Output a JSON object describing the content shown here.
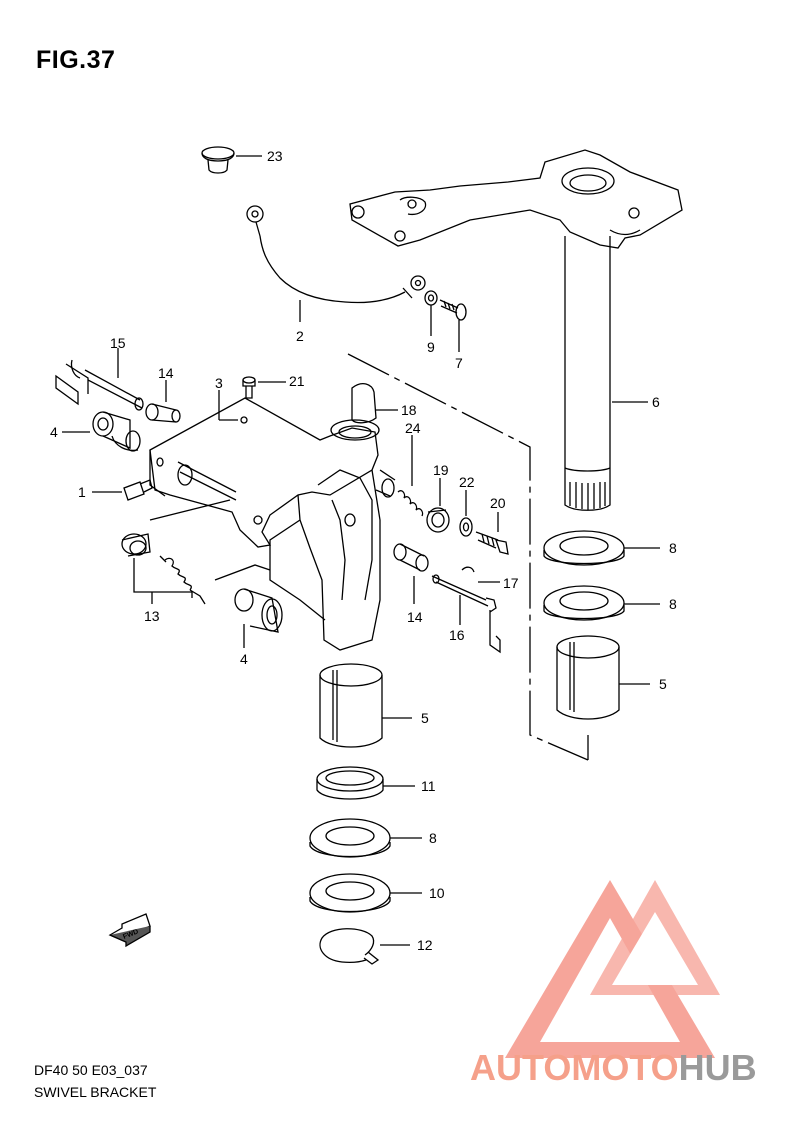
{
  "figure": {
    "title": "FIG.37",
    "code": "DF40 50 E03_037",
    "name": "SWIVEL BRACKET"
  },
  "callouts": {
    "p23": "23",
    "p2": "2",
    "p9": "9",
    "p7": "7",
    "p6": "6",
    "p15": "15",
    "p14a": "14",
    "p3": "3",
    "p21": "21",
    "p18": "18",
    "p4a": "4",
    "p1": "1",
    "p24": "24",
    "p19": "19",
    "p22": "22",
    "p20": "20",
    "p13": "13",
    "p17": "17",
    "p14b": "14",
    "p16": "16",
    "p4b": "4",
    "p8a": "8",
    "p8b": "8",
    "p5a": "5",
    "p5b": "5",
    "p11": "11",
    "p8c": "8",
    "p10": "10",
    "p12": "12"
  },
  "fwd_label": "FWD",
  "watermark": {
    "part1": "AUTOMOTO",
    "part2": "HUB",
    "color_main": "#f5a08a",
    "color_accent": "#9a9a9a"
  }
}
